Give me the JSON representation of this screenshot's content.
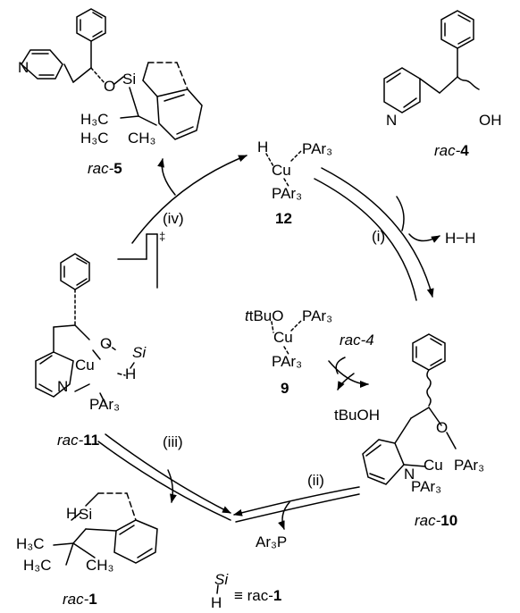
{
  "compounds": {
    "c5": {
      "prefix": "rac-",
      "num": "5",
      "atoms": {
        "N": "N",
        "O": "O",
        "Si": "Si",
        "H3C_a": "H₃C",
        "H3C_b": "H₃C",
        "CH3": "CH₃"
      }
    },
    "c4": {
      "prefix": "rac-",
      "num": "4",
      "atoms": {
        "N": "N",
        "OH": "OH"
      }
    },
    "c12": {
      "num": "12",
      "H": "H",
      "Cu": "Cu",
      "PAr3_a": "PAr₃",
      "PAr3_b": "PAr₃"
    },
    "c9": {
      "num": "9",
      "tBuO": "tBuO",
      "Cu": "Cu",
      "PAr3_a": "PAr₃",
      "PAr3_b": "PAr₃"
    },
    "c11": {
      "prefix": "rac-",
      "num": "11",
      "atoms": {
        "N": "N",
        "O": "O",
        "Si": "Si",
        "Cu": "Cu",
        "H": "H",
        "PAr3": "PAr₃"
      }
    },
    "c10": {
      "prefix": "rac-",
      "num": "10",
      "atoms": {
        "N": "N",
        "O": "O",
        "Cu": "Cu",
        "PAr3_a": "PAr₃",
        "PAr3_b": "PAr₃"
      }
    },
    "c1": {
      "prefix": "rac-",
      "num": "1",
      "atoms": {
        "H": "H",
        "Si": "Si",
        "H3C_a": "H₃C",
        "H3C_b": "H₃C",
        "CH3": "CH₃"
      }
    }
  },
  "steps": {
    "i": "(i)",
    "ii": "(ii)",
    "iii": "(iii)",
    "iv": "(iv)"
  },
  "byproducts": {
    "H2": "H−H",
    "tBuOH": "tBuOH",
    "Ar3P": "Ar₃P",
    "rac4_in": "rac-4"
  },
  "ts_mark": "‡",
  "legend": {
    "Si": "Si",
    "H": "H",
    "equiv": "≡ rac-",
    "num": "1"
  }
}
